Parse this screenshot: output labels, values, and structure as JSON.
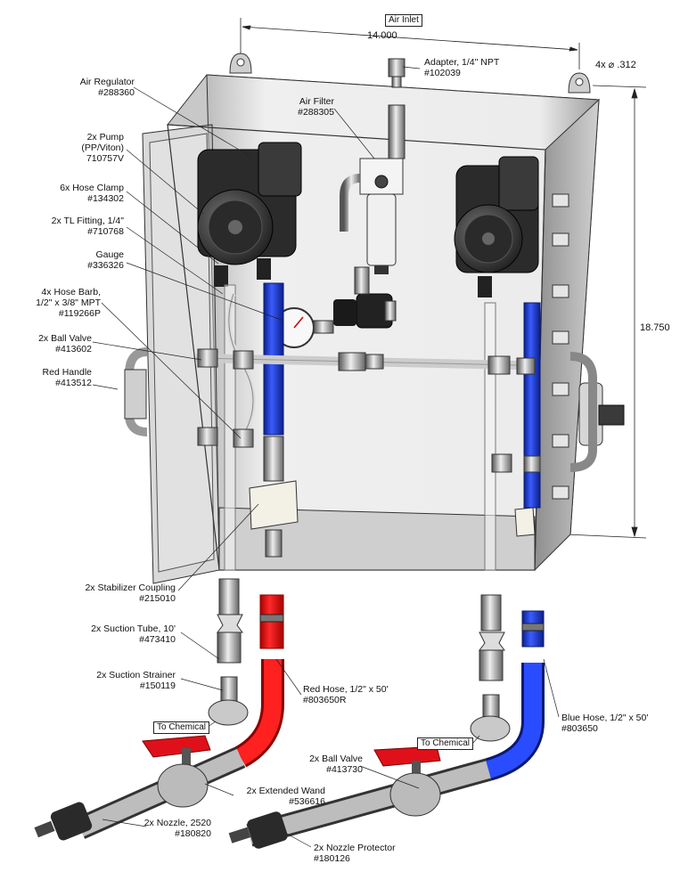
{
  "colors": {
    "red": "#e0101a",
    "blue": "#1f3fd6",
    "dark": "#2a2a2a",
    "enclosure": "#d9d9d9",
    "brass": "#c08a2a"
  },
  "dimensions": {
    "width": "14.000",
    "height": "18.750",
    "holes": "4x ⌀ .312"
  },
  "tags": {
    "air_inlet": "Air Inlet",
    "to_chemical": "To Chemical"
  },
  "labels": {
    "adapter": [
      "Adapter, 1/4\" NPT",
      "#102039"
    ],
    "air_regulator": [
      "Air Regulator",
      "#288360"
    ],
    "air_filter": [
      "Air Filter",
      "#288305"
    ],
    "pump": [
      "2x Pump",
      "(PP/Viton)",
      "710757V"
    ],
    "hose_clamp": [
      "6x Hose Clamp",
      "#134302"
    ],
    "tl_fitting": [
      "2x TL Fitting, 1/4\"",
      "#710768"
    ],
    "gauge": [
      "Gauge",
      "#336326"
    ],
    "hose_barb": [
      "4x Hose Barb,",
      "1/2\" x 3/8\" MPT",
      "#119266P"
    ],
    "ball_valve_top": [
      "2x Ball Valve",
      "#413602"
    ],
    "red_handle": [
      "Red Handle",
      "#413512"
    ],
    "stabilizer": [
      "2x Stabilizer Coupling",
      "#215010"
    ],
    "suction_tube": [
      "2x Suction Tube, 10'",
      "#473410"
    ],
    "suction_strainer": [
      "2x Suction Strainer",
      "#150119"
    ],
    "red_hose": [
      "Red Hose, 1/2\" x 50'",
      "#803650R"
    ],
    "blue_hose": [
      "Blue Hose, 1/2\" x 50'",
      "#803650"
    ],
    "ball_valve_bottom": [
      "2x Ball Valve",
      "#413730"
    ],
    "extended_wand": [
      "2x Extended Wand",
      "#536616"
    ],
    "nozzle": [
      "2x Nozzle, 2520",
      "#180820"
    ],
    "nozzle_protector": [
      "2x Nozzle Protector",
      "#180126"
    ]
  }
}
